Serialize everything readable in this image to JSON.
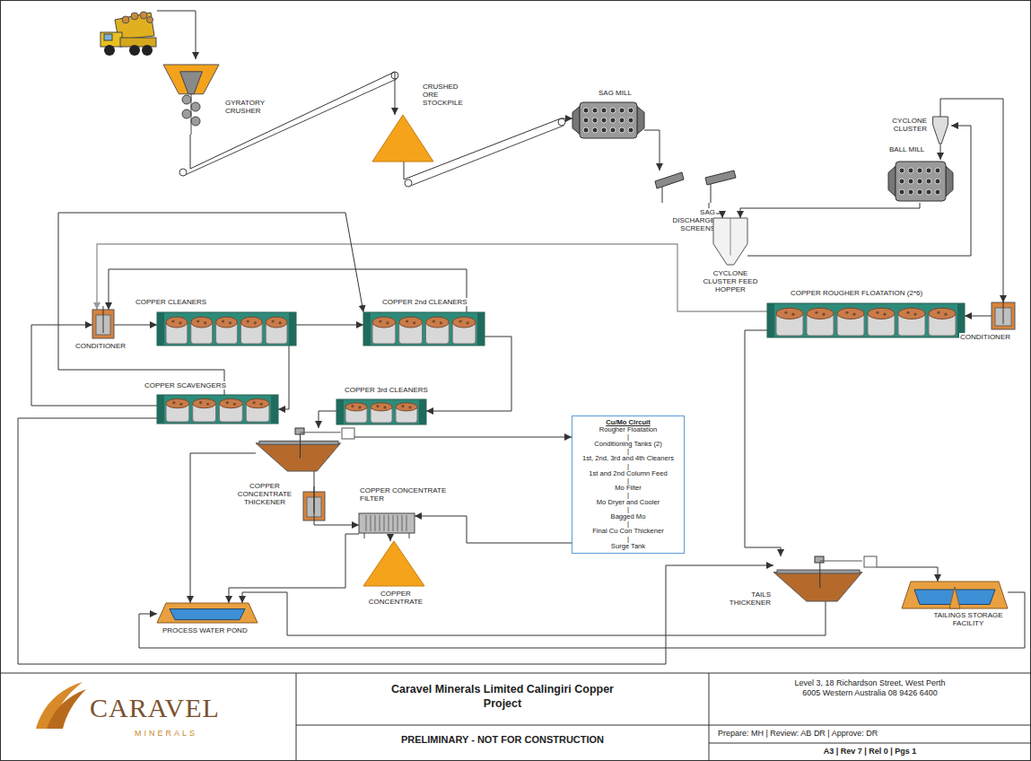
{
  "diagram": {
    "title": "Caravel Minerals Limited Calingiri Copper Project",
    "nodes": [
      {
        "text": [
          "GYRATORY CRUSHER"
        ]
      },
      {
        "text": [
          "CRUSHED ORE STOCKPILE"
        ]
      },
      {
        "text": [
          "SAG MILL"
        ]
      },
      {
        "text": [
          "SAG DISCHARGE SCREENS"
        ]
      },
      {
        "text": [
          "CYCLONE CLUSTER FEED HOPPER"
        ]
      },
      {
        "text": [
          "BALL MILL"
        ]
      },
      {
        "text": [
          "CYCLONE CLUSTER"
        ]
      },
      {
        "text": [
          "COPPER ROUGHER FLOATATION (2*6)"
        ]
      },
      {
        "text": [
          "CONDITIONER"
        ]
      },
      {
        "text": [
          "CONDITIONER"
        ]
      },
      {
        "text": [
          "COPPER CLEANERS"
        ]
      },
      {
        "text": [
          "COPPER 2nd CLEANERS"
        ]
      },
      {
        "text": [
          "COPPER SCAVENGERS"
        ]
      },
      {
        "text": [
          "COPPER 3rd CLEANERS"
        ]
      },
      {
        "text": [
          "COPPER CONCENTRATE THICKENER"
        ]
      },
      {
        "text": [
          "COPPER CONCENTRATE FILTER"
        ]
      },
      {
        "text": [
          "COPPER CONCENTRATE"
        ]
      },
      {
        "text": [
          "PROCESS WATER POND"
        ]
      },
      {
        "text": [
          "Cu/Mo Circuit",
          "Rougher Floatation",
          "|",
          "Conditioning Tanks (2)",
          "|",
          "1st, 2nd, 3rd and 4th Cleaners",
          "|",
          "1st and 2nd Column Feed",
          "|",
          "Mo Filter",
          "|",
          "Mo Dryer and Cooler",
          "|",
          "Bagged Mo",
          "|",
          "Final Cu Con Thickener",
          "|",
          "Surge Tank"
        ]
      },
      {
        "text": [
          "TAILS THICKENER"
        ]
      },
      {
        "text": [
          "TAILINGS STORAGE FACILITY"
        ]
      }
    ],
    "edges": [
      {
        "from": 0,
        "to": 1,
        "arrow": "to"
      },
      {
        "from": 1,
        "to": 2,
        "arrow": "to"
      },
      {
        "from": 2,
        "to": 3,
        "arrow": "to"
      },
      {
        "from": 3,
        "to": 4,
        "arrow": "to"
      },
      {
        "from": 4,
        "to": 6,
        "arrow": "to"
      },
      {
        "from": 6,
        "to": 5,
        "arrow": "to"
      },
      {
        "from": 5,
        "to": 4,
        "arrow": "to"
      },
      {
        "from": 6,
        "to": 8,
        "arrow": "to"
      },
      {
        "from": 8,
        "to": 7,
        "arrow": "to"
      },
      {
        "from": 7,
        "to": 19,
        "arrow": "to"
      },
      {
        "from": 7,
        "to": 9,
        "arrow": "to"
      },
      {
        "from": 9,
        "to": 10,
        "arrow": "to"
      },
      {
        "from": 10,
        "to": 11,
        "arrow": "to"
      },
      {
        "from": 11,
        "to": 13,
        "arrow": "to"
      },
      {
        "from": 13,
        "to": 14,
        "arrow": "to"
      },
      {
        "from": 10,
        "to": 12,
        "arrow": "to"
      },
      {
        "from": 11,
        "to": 9,
        "arrow": "to"
      },
      {
        "from": 12,
        "to": 9,
        "arrow": "to"
      },
      {
        "from": 12,
        "to": 11,
        "arrow": "to"
      },
      {
        "from": 12,
        "to": 19,
        "arrow": "to"
      },
      {
        "from": 14,
        "to": 15,
        "arrow": "to"
      },
      {
        "from": 15,
        "to": 16,
        "arrow": "to"
      },
      {
        "from": 14,
        "to": 17,
        "arrow": "to"
      },
      {
        "from": 15,
        "to": 17,
        "arrow": "to"
      },
      {
        "from": 18,
        "to": 15,
        "arrow": "to"
      },
      {
        "from": 14,
        "to": 18,
        "arrow": "to"
      },
      {
        "from": 19,
        "to": 20,
        "arrow": "to"
      },
      {
        "from": 19,
        "to": 17,
        "arrow": "to"
      },
      {
        "from": 20,
        "to": 17,
        "arrow": "to"
      }
    ],
    "labels": [
      "CARAVEL",
      "MINERALS",
      "PRELIMINARY - NOT FOR CONSTRUCTION",
      "Level 3, 18 Richardson Street, West Perth 6005 Western Australia 08 9426 6400",
      "Prepare: MH | Review: AB DR | Approve: DR",
      "A3 | Rev 7 | Rel 0 | Pgs 1"
    ]
  }
}
